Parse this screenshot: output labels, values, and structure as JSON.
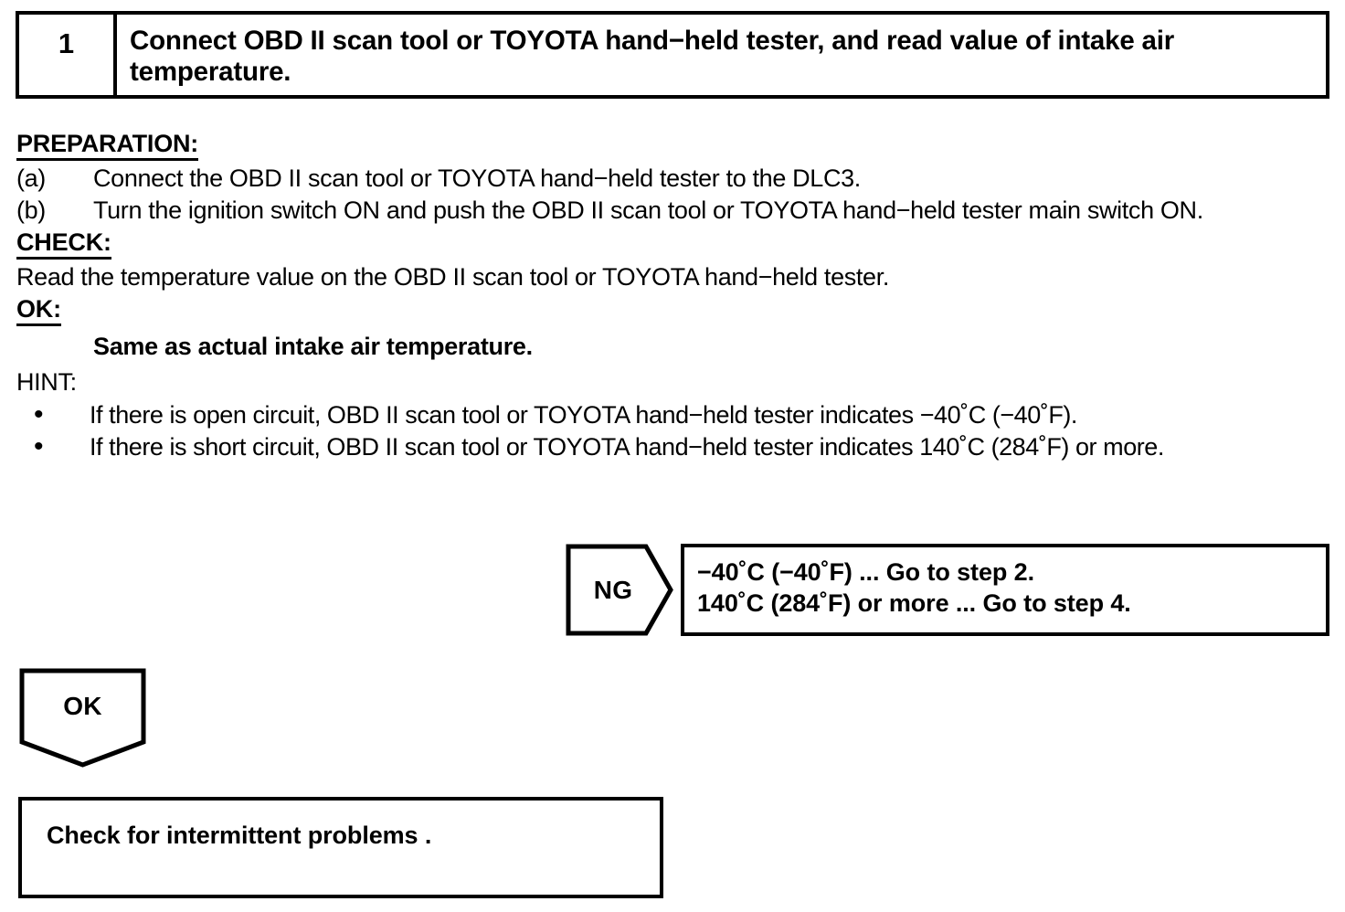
{
  "document": {
    "type": "diagnostic-troubleshooting-flowchart",
    "title": "Intake Air Temperature Circuit Check"
  },
  "step": {
    "number": "1",
    "instruction": "Connect OBD II scan tool or TOYOTA hand−held tester, and read value of intake air temperature."
  },
  "preparation": {
    "heading": "PREPARATION:",
    "items": [
      {
        "label": "(a)",
        "text": "Connect the OBD II scan tool or TOYOTA hand−held tester to the DLC3."
      },
      {
        "label": "(b)",
        "text": "Turn the ignition switch ON and push the OBD II scan tool or TOYOTA hand−held tester main switch ON."
      }
    ]
  },
  "check": {
    "heading": "CHECK:",
    "text": "Read the temperature value on the OBD II scan tool or TOYOTA hand−held tester."
  },
  "ok": {
    "heading": "OK:",
    "value": "Same as actual intake air temperature."
  },
  "hint": {
    "label": "HINT:",
    "bullet_glyph": "•",
    "items": [
      "If there is open circuit, OBD II scan tool or TOYOTA hand−held tester indicates −40˚C (−40˚F).",
      "If there is short circuit, OBD II scan tool or TOYOTA hand−held tester indicates 140˚C (284˚F) or more."
    ]
  },
  "ng_branch": {
    "label": "NG",
    "lines": [
      "−40˚C (−40˚F) ... Go to step 2.",
      "140˚C (284˚F) or more ... Go to step 4."
    ]
  },
  "ok_branch": {
    "label": "OK"
  },
  "result": {
    "text": "Check for intermittent problems ."
  },
  "colors": {
    "ink": "#000000",
    "paper": "#ffffff"
  }
}
